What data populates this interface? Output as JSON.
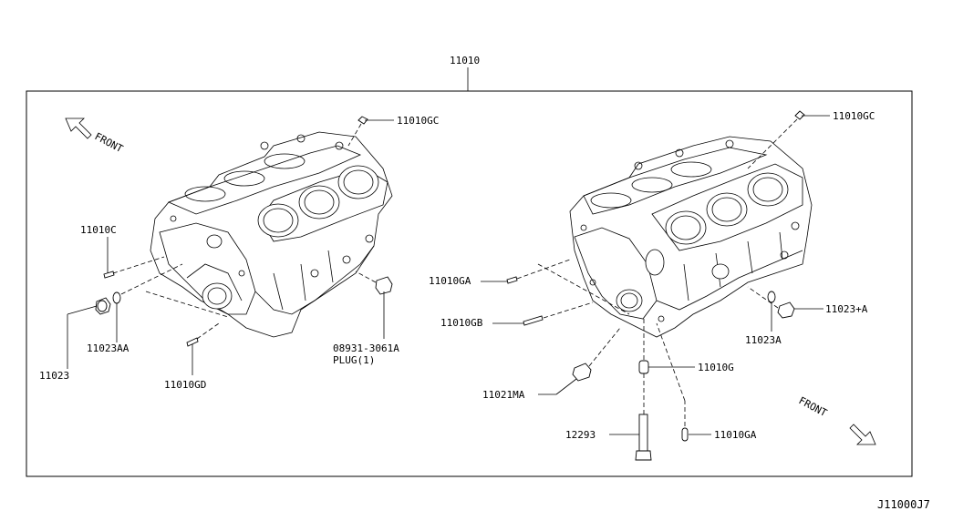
{
  "diagram": {
    "assembly_number": "11010",
    "catalog_code": "J11000J7",
    "front_labels": [
      "FRONT",
      "FRONT"
    ],
    "callouts": {
      "left_top_gc": "11010GC",
      "left_c": "11010C",
      "left_11023": "11023",
      "left_11023aa": "11023AA",
      "left_11010gd": "11010GD",
      "plug_part": "08931-3061A",
      "plug_desc": "PLUG(1)",
      "right_top_gc": "11010GC",
      "right_ga_upper": "11010GA",
      "right_gb": "11010GB",
      "right_11023a_plus": "11023+A",
      "right_11023a": "11023A",
      "right_11010g": "11010G",
      "right_11021ma": "11021MA",
      "right_12293": "12293",
      "right_ga_lower": "11010GA"
    }
  }
}
